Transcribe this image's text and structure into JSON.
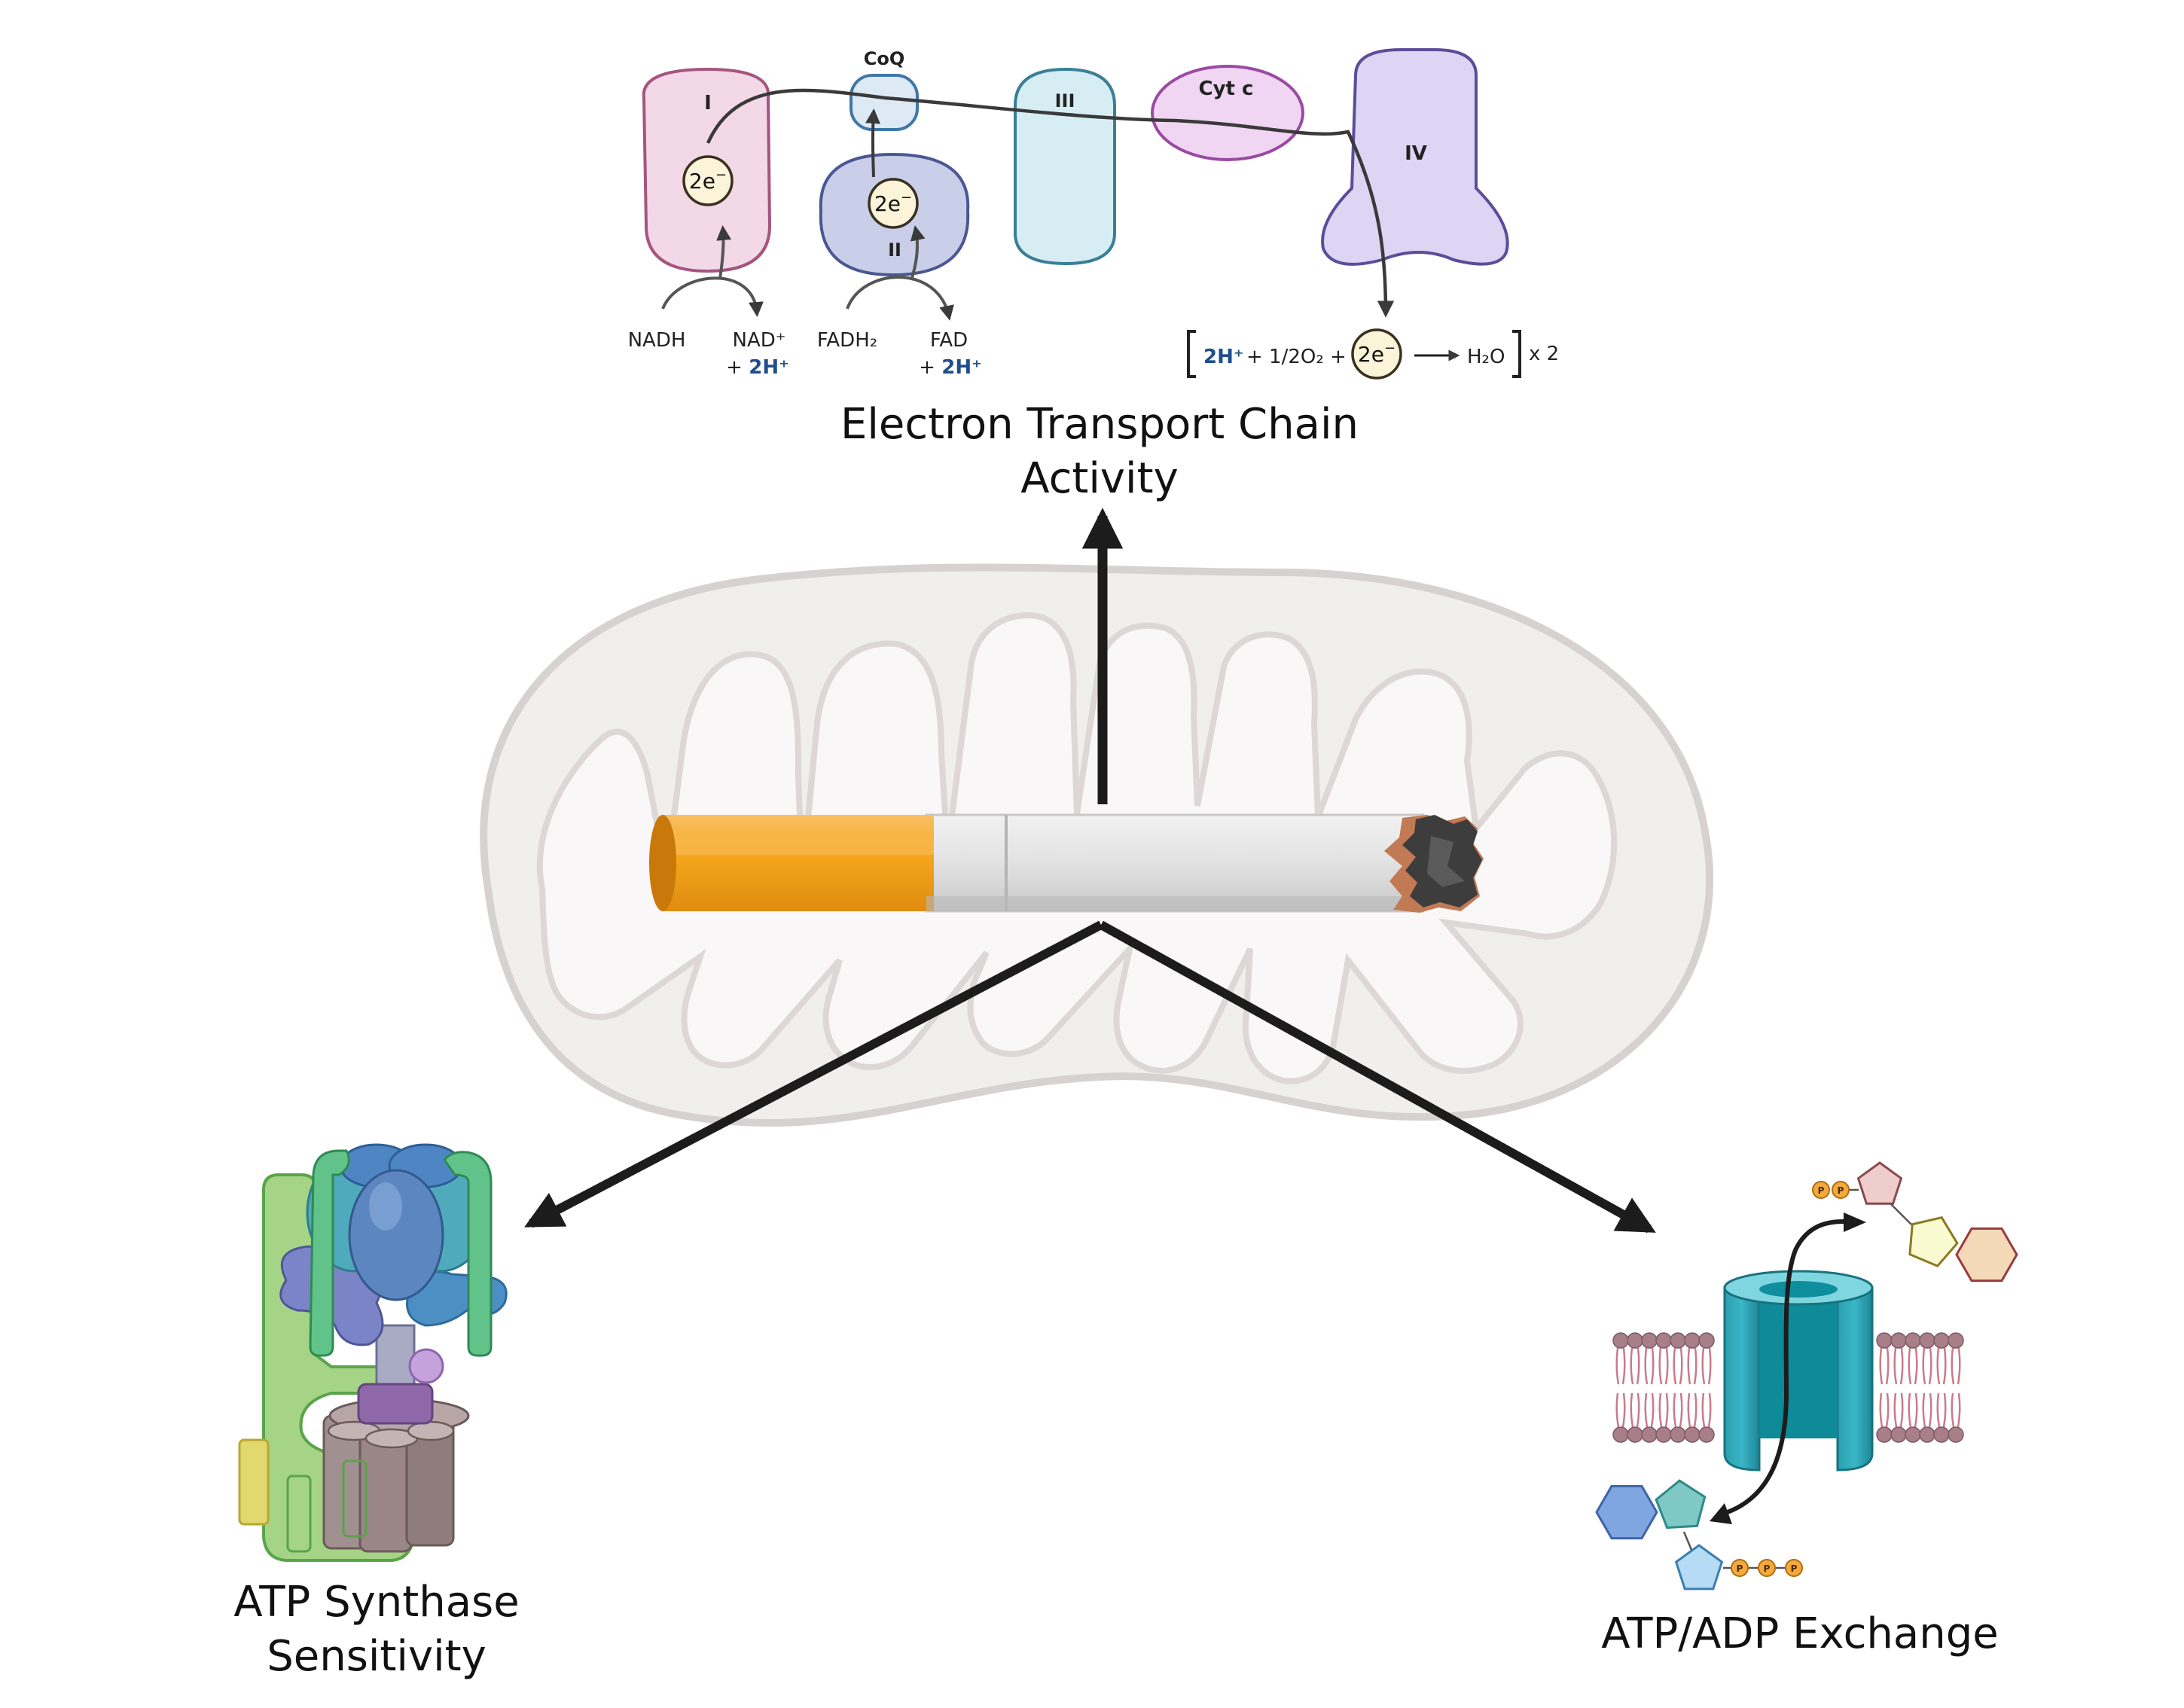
{
  "etc": {
    "complex_i": "I",
    "complex_ii": "II",
    "complex_iii": "III",
    "complex_iv": "IV",
    "coq": "CoQ",
    "cyt_c": "Cyt c",
    "electron_label": "2e",
    "electron_sup": "−",
    "nadh": "NADH",
    "nad_plus": "NAD⁺",
    "plus_2h_prefix": "+ ",
    "two_h": "2H⁺",
    "fadh2": "FADH₂",
    "fad": "FAD",
    "eq_two_h": "2H⁺",
    "eq_half_o2": "+ 1/2O₂ +",
    "eq_product": "H₂O",
    "eq_multiplier": "x 2"
  },
  "labels": {
    "etc_line1": "Electron Transport Chain",
    "etc_line2": "Activity",
    "atp_synthase_line1": "ATP Synthase",
    "atp_synthase_line2": "Sensitivity",
    "exchange": "ATP/ADP Exchange"
  },
  "phosphate_label": "P",
  "colors": {
    "arrow": "#1c1c1c",
    "complex_i_fill": "#f3d8e7",
    "complex_i_stroke": "#a5557f",
    "complex_ii_fill": "#c9cfe8",
    "complex_ii_stroke": "#4b5792",
    "complex_iii_fill": "#d6edf4",
    "complex_iii_stroke": "#3a7f95",
    "cyt_c_fill": "#f1d6f4",
    "cyt_c_stroke": "#9a4aa3",
    "complex_iv_fill": "#dcd6f4",
    "complex_iv_stroke": "#5b4d9a",
    "two_h_text": "#1f4e8c",
    "cigarette_filter": "#f4a51d",
    "mito_outer": "#f1eeee",
    "mito_stroke": "#d7d2d2",
    "channel": "#2a9fb0"
  }
}
